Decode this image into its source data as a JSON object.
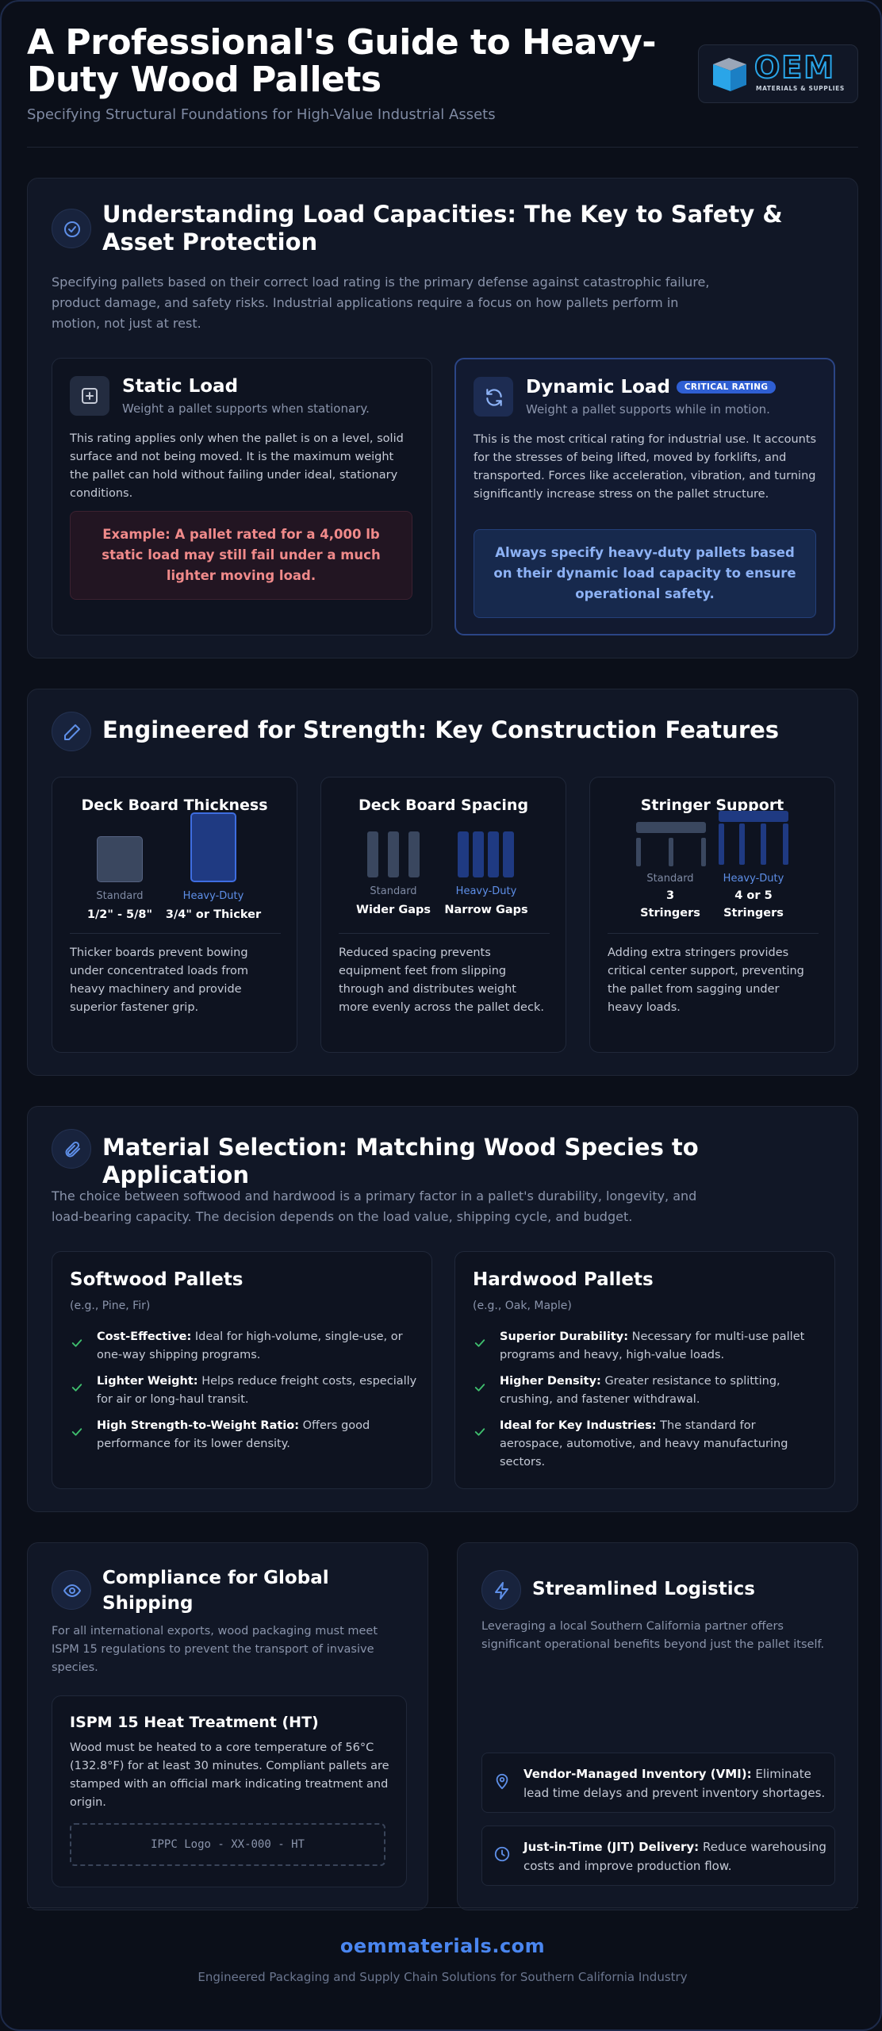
{
  "header": {
    "title": "A Professional's Guide to Heavy-Duty Wood Pallets",
    "subtitle": "Specifying Structural Foundations for High-Value Industrial Assets",
    "logo_text": "OEM",
    "logo_tagline": "MATERIALS & SUPPLIES"
  },
  "load": {
    "title": "Understanding Load Capacities: The Key to Safety & Asset Protection",
    "description": "Specifying pallets based on their correct load rating is the primary defense against catastrophic failure, product damage, and safety risks. Industrial applications require a focus on how pallets perform in motion, not just at rest.",
    "static": {
      "title": "Static Load",
      "subtitle": "Weight a pallet supports when stationary.",
      "body": "This rating applies only when the pallet is on a level, solid surface and not being moved. It is the maximum weight the pallet can hold without failing under ideal, stationary conditions.",
      "example": "Example: A pallet rated for a 4,000 lb static load may still fail under a much lighter moving load."
    },
    "dynamic": {
      "title": "Dynamic Load",
      "badge": "CRITICAL RATING",
      "subtitle": "Weight a pallet supports while in motion.",
      "body": "This is the most critical rating for industrial use. It accounts for the stresses of being lifted, moved by forklifts, and transported. Forces like acceleration, vibration, and turning significantly increase stress on the pallet structure.",
      "callout": "Always specify heavy-duty pallets based on their dynamic load capacity to ensure operational safety."
    }
  },
  "construction": {
    "title": "Engineered for Strength: Key Construction Features",
    "features": [
      {
        "title": "Deck Board Thickness",
        "standard_label": "Standard",
        "standard_value": "1/2\" - 5/8\"",
        "heavy_label": "Heavy-Duty",
        "heavy_value": "3/4\" or Thicker",
        "body": "Thicker boards prevent bowing under concentrated loads from heavy machinery and provide superior fastener grip."
      },
      {
        "title": "Deck Board Spacing",
        "standard_label": "Standard",
        "standard_value": "Wider Gaps",
        "heavy_label": "Heavy-Duty",
        "heavy_value": "Narrow Gaps",
        "body": "Reduced spacing prevents equipment feet from slipping through and distributes weight more evenly across the pallet deck."
      },
      {
        "title": "Stringer Support",
        "standard_label": "Standard",
        "standard_value": "3 Stringers",
        "heavy_label": "Heavy-Duty",
        "heavy_value": "4 or 5 Stringers",
        "body": "Adding extra stringers provides critical center support, preventing the pallet from sagging under heavy loads."
      }
    ]
  },
  "material": {
    "title": "Material Selection: Matching Wood Species to Application",
    "description": "The choice between softwood and hardwood is a primary factor in a pallet's durability, longevity, and load-bearing capacity. The decision depends on the load value, shipping cycle, and budget.",
    "softwood": {
      "title": "Softwood Pallets",
      "subtitle": "(e.g., Pine, Fir)",
      "items": [
        {
          "label": "Cost-Effective:",
          "text": "Ideal for high-volume, single-use, or one-way shipping programs."
        },
        {
          "label": "Lighter Weight:",
          "text": "Helps reduce freight costs, especially for air or long-haul transit."
        },
        {
          "label": "High Strength-to-Weight Ratio:",
          "text": "Offers good performance for its lower density."
        }
      ]
    },
    "hardwood": {
      "title": "Hardwood Pallets",
      "subtitle": "(e.g., Oak, Maple)",
      "items": [
        {
          "label": "Superior Durability:",
          "text": "Necessary for multi-use pallet programs and heavy, high-value loads."
        },
        {
          "label": "Higher Density:",
          "text": "Greater resistance to splitting, crushing, and fastener withdrawal."
        },
        {
          "label": "Ideal for Key Industries:",
          "text": "The standard for aerospace, automotive, and heavy manufacturing sectors."
        }
      ]
    }
  },
  "compliance": {
    "title": "Compliance for Global Shipping",
    "description": "For all international exports, wood packaging must meet ISPM 15 regulations to prevent the transport of invasive species.",
    "box_title": "ISPM 15 Heat Treatment (HT)",
    "box_body": "Wood must be heated to a core temperature of 56°C (132.8°F) for at least 30 minutes. Compliant pallets are stamped with an official mark indicating treatment and origin.",
    "stamp": "IPPC Logo - XX-000 - HT"
  },
  "logistics": {
    "title": "Streamlined Logistics",
    "description": "Leveraging a local Southern California partner offers significant operational benefits beyond just the pallet itself.",
    "items": [
      {
        "label": "Vendor-Managed Inventory (VMI):",
        "text": "Eliminate lead time delays and prevent inventory shortages."
      },
      {
        "label": "Just-in-Time (JIT) Delivery:",
        "text": "Reduce warehousing costs and improve production flow."
      }
    ]
  },
  "footer": {
    "url": "oemmaterials.com",
    "tagline": "Engineered Packaging and Supply Chain Solutions for Southern California Industry"
  },
  "colors": {
    "background": "#0b0f19",
    "card": "#111726",
    "accent": "#4a86f0",
    "warning": "#f08a8a",
    "check": "#3fbf6e"
  }
}
